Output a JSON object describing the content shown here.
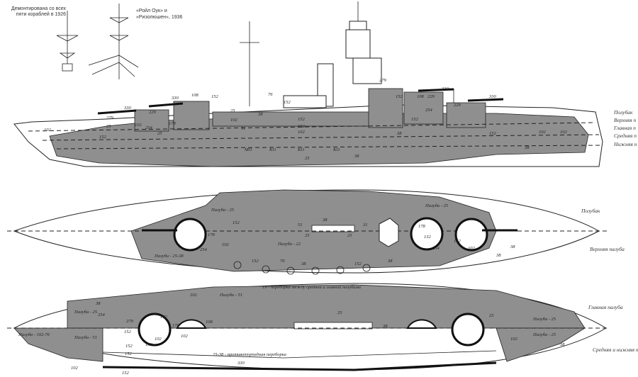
{
  "captions": {
    "mast_removed": [
      "Демонтирована со всех",
      "пяти кораблей в 1926"
    ],
    "mast_1936": [
      "«Ройл Оук» и",
      "«Ризолюшен», 1936"
    ]
  },
  "side_view": {
    "deck_labels": [
      "Полубак",
      "Верхняя п",
      "Главная п",
      "Средняя п",
      "Нижняя п"
    ],
    "armor_values": [
      "330",
      "229",
      "330",
      "108",
      "152",
      "25",
      "102",
      "38",
      "76",
      "152",
      "279",
      "152",
      "108",
      "229",
      "330",
      "330",
      "229",
      "254",
      "102",
      "25",
      "102",
      "279",
      "254",
      "178",
      "25",
      "152",
      "51",
      "152",
      "102",
      "102",
      "152",
      "38",
      "MO",
      "KO",
      "KO",
      "KO",
      "38",
      "25",
      "152",
      "102",
      "102",
      "38"
    ]
  },
  "plan_upper": {
    "deck_labels": [
      "Полубак",
      "Верхняя палуба"
    ],
    "zone_labels": [
      "Палуба - 25",
      "Палуба - 25-38",
      "Палуба - 22",
      "Палуба - 25"
    ],
    "armor_values": [
      "152",
      "51",
      "38",
      "31",
      "178",
      "254",
      "102",
      "25",
      "25",
      "178",
      "132",
      "254",
      "102",
      "152",
      "38",
      "38",
      "152",
      "76",
      "38",
      "152",
      "38"
    ]
  },
  "plan_lower": {
    "deck_labels": [
      "Главная палуба",
      "Средняя и нижняя палубы"
    ],
    "zone_labels": [
      "Палуба - 51",
      "Палуба - 25",
      "Палуба - 102-76",
      "Палуба - 51",
      "Палуба - 25",
      "Палуба - 25"
    ],
    "notes": [
      "19 - переборка между средней и главной палубами",
      "25-38 - противоторпедная переборка"
    ],
    "armor_values": [
      "102",
      "38",
      "254",
      "279",
      "102",
      "178",
      "108",
      "152",
      "102",
      "152",
      "152",
      "152",
      "102",
      "152",
      "330",
      "25",
      "38",
      "25",
      "102",
      "38",
      "102"
    ]
  },
  "colors": {
    "armor_fill": "#8f8f8f",
    "line": "#222222",
    "background": "#ffffff"
  }
}
